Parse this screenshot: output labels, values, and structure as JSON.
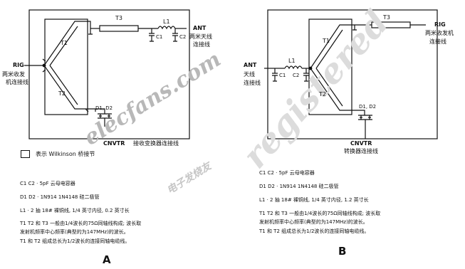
{
  "diagram_a": {
    "letter": "A",
    "port_rig": "RIG",
    "rig_label_1": "两米收发",
    "rig_label_2": "机连接线",
    "port_ant": "ANT",
    "ant_label_1": "两米天线",
    "ant_label_2": "连接线",
    "port_cnvtr": "CNVTR",
    "cnvtr_label": "接收变换器连接线",
    "label_t1": "T1",
    "label_t2": "T2",
    "label_t3": "T3",
    "label_l1": "L1",
    "label_c1": "C1",
    "label_c2": "C2",
    "label_d": "D1, D2",
    "legend_text": "表示 Wilkinson 桥接节",
    "notes": [
      "C1  C2 · 5pF   云母电容器",
      "D1  D2 · 1N914  1N4148  硅二极管",
      "L1 · 2 抽  18#  裸铜线, 1/4 英寸内径, 0.2 英寸长",
      "T1  T2  和  T3  一般由1/4波长的75Ω同轴线构成; 波长取",
      "发射机频率中心频率(典型的为147MHz)的波长。",
      "T1 和 T2 组成总长为1/2波长的连接同轴电缆线。"
    ]
  },
  "diagram_b": {
    "letter": "B",
    "port_rig": "RIG",
    "rig_label_1": "两米收发机",
    "rig_label_2": "连接线",
    "port_ant": "ANT",
    "ant_label_1": "天线",
    "ant_label_2": "连接线",
    "port_cnvtr": "CNVTR",
    "cnvtr_label": "转换器连接线",
    "label_t1": "T1",
    "label_t2": "T2",
    "label_t3": "T3",
    "label_l1": "L1",
    "label_c1": "C1",
    "label_c2": "C2",
    "label_d": "D1, D2",
    "notes": [
      "C1  C2 · 5pF  云母电容器",
      "D1  D2 · 1N914  1N4148  硅二极管",
      "L1 · 2  抽  18#  裸铜线, 1/4 英寸内径, 1.2 英寸长",
      "T1  T2  和  T3 一般由1/4波长的75Ω同轴线构成; 波长取",
      "发射机频率中心频率(典型的为147MHz)的波长。",
      "T1 和 T2 组成总长为1/2波长的连接同轴电缆线。"
    ]
  },
  "watermark": {
    "site": "elecfans.com",
    "site_cn": "电子发烧友",
    "diag": "registered"
  }
}
